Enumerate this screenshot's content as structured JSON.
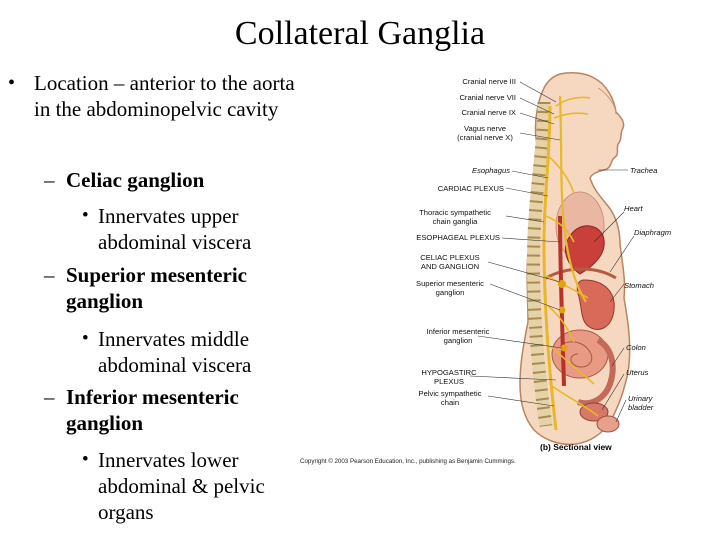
{
  "title": "Collateral Ganglia",
  "bullets": [
    {
      "level": 1,
      "marker": "•",
      "text": "Location – anterior to the aorta in the abdominopelvic cavity"
    },
    {
      "level": 2,
      "marker": "–",
      "text": "Celiac ganglion"
    },
    {
      "level": 3,
      "marker": "•",
      "text": "Innervates upper abdominal viscera"
    },
    {
      "level": 2,
      "marker": "–",
      "text": "Superior mesenteric ganglion"
    },
    {
      "level": 3,
      "marker": "•",
      "text": "Innervates middle abdominal viscera"
    },
    {
      "level": 2,
      "marker": "–",
      "text": "Inferior mesenteric ganglion"
    },
    {
      "level": 3,
      "marker": "•",
      "text": "Innervates lower abdominal & pelvic organs"
    }
  ],
  "figure": {
    "left_labels": {
      "cranial_iii": "Cranial nerve III",
      "cranial_vii": "Cranial nerve VII",
      "cranial_ix": "Cranial nerve IX",
      "vagus_1": "Vagus nerve",
      "vagus_2": "(cranial nerve X)",
      "esophagus": "Esophagus",
      "cardiac_plexus": "CARDIAC PLEXUS",
      "thoracic_1": "Thoracic sympathetic",
      "thoracic_2": "chain ganglia",
      "esophageal_plexus": "ESOPHAGEAL PLEXUS",
      "celiac_1": "CELIAC PLEXUS",
      "celiac_2": "AND GANGLION",
      "sup_mes_1": "Superior mesenteric",
      "sup_mes_2": "ganglion",
      "inf_mes_1": "Inferior mesenteric",
      "inf_mes_2": "ganglion",
      "hypogastric_1": "HYPOGASTIRC",
      "hypogastric_2": "PLEXUS",
      "pelvic_1": "Pelvic sympathetic",
      "pelvic_2": "chain"
    },
    "right_labels": {
      "trachea": "Trachea",
      "heart": "Heart",
      "diaphragm": "Diaphragm",
      "stomach": "Stomach",
      "colon": "Colon",
      "uterus": "Uterus",
      "urinary_1": "Urinary",
      "urinary_2": "bladder"
    },
    "copyright": "Copyright © 2003 Pearson Education, Inc., publishing as Benjamin Cummings.",
    "section_view": "(b) Sectional view"
  }
}
